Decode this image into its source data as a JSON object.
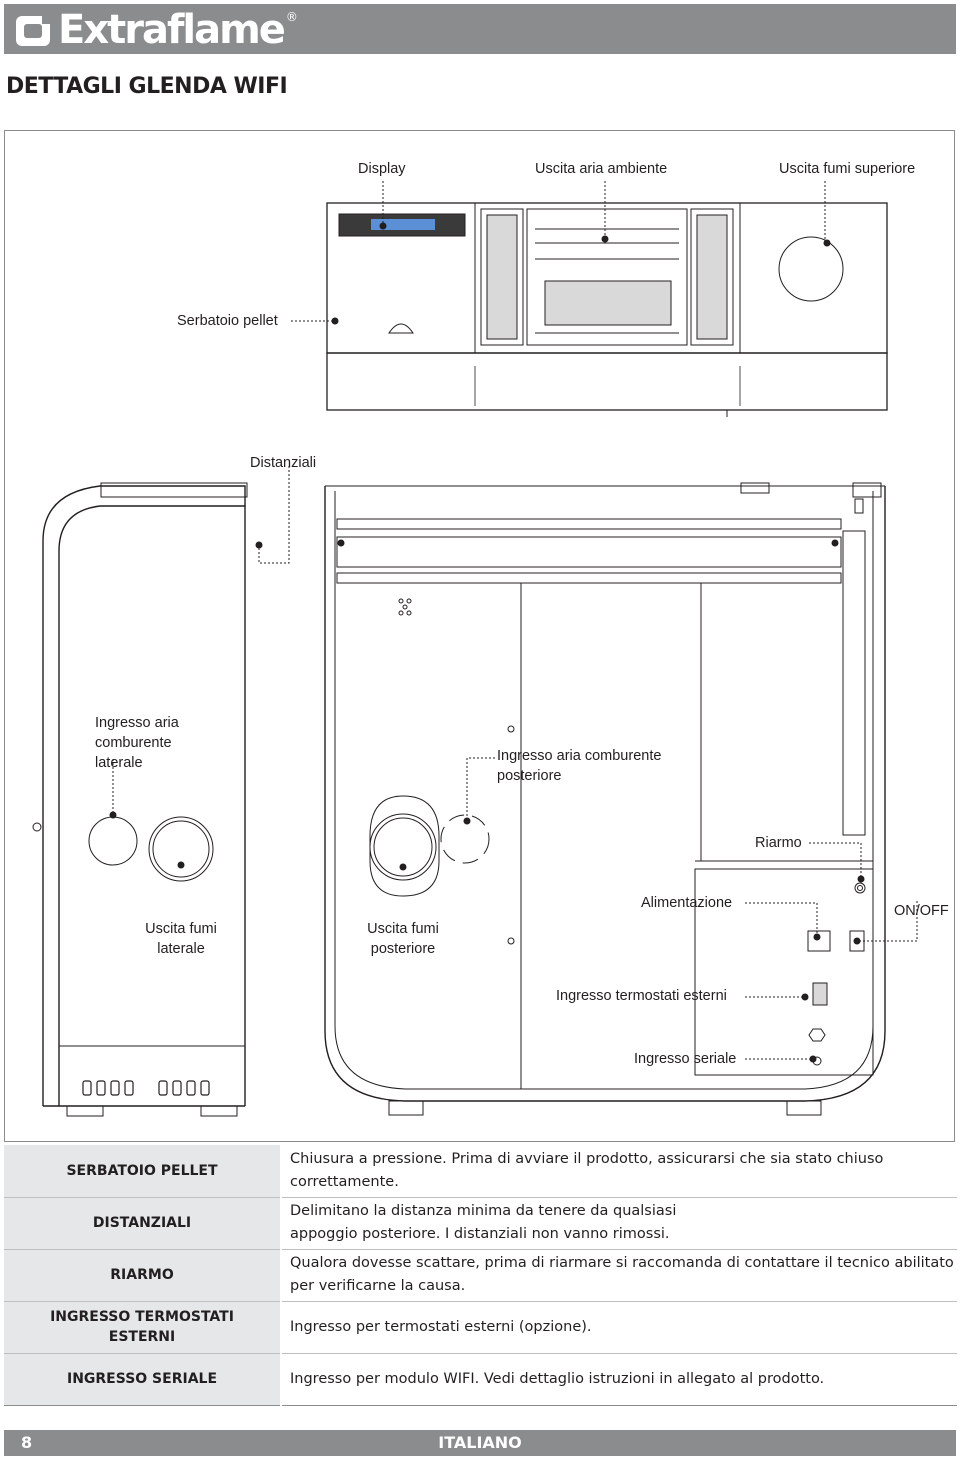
{
  "header": {
    "brand": "Extraflame",
    "registered": "®"
  },
  "title": "DETTAGLI GLENDA WIFI",
  "labels": {
    "display": "Display",
    "uscita_aria_ambiente": "Uscita aria ambiente",
    "uscita_fumi_superiore": "Uscita fumi superiore",
    "serbatoio_pellet": "Serbatoio pellet",
    "distanziali": "Distanziali",
    "ingresso_aria_laterale": "Ingresso aria comburente laterale",
    "ingresso_aria_posteriore": "Ingresso aria comburente posteriore",
    "riarmo": "Riarmo",
    "uscita_fumi_laterale": "Uscita fumi laterale",
    "uscita_fumi_posteriore": "Uscita fumi posteriore",
    "alimentazione": "Alimentazione",
    "on_off": "ON/OFF",
    "ingresso_termostati": "Ingresso termostati esterni",
    "ingresso_seriale": "Ingresso seriale"
  },
  "table": [
    {
      "key": "SERBATOIO PELLET",
      "value": "Chiusura a pressione. Prima di avviare il prodotto, assicurarsi che sia stato chiuso correttamente."
    },
    {
      "key": "DISTANZIALI",
      "value": "Delimitano la distanza minima da tenere da qualsiasi appoggio posteriore. I distanziali non vanno rimossi."
    },
    {
      "key": "RIARMO",
      "value": "Qualora dovesse scattare, prima di riarmare si raccomanda di contattare il tecnico abilitato per verificarne la causa."
    },
    {
      "key": "INGRESSO TERMOSTATI ESTERNI",
      "value": "Ingresso per termostati esterni (opzione)."
    },
    {
      "key": "INGRESSO SERIALE",
      "value": "Ingresso per modulo WIFI. Vedi dettaglio istruzioni in allegato al prodotto."
    }
  ],
  "footer": {
    "page": "8",
    "language": "ITALIANO"
  },
  "colors": {
    "bar": "#8a8c8e",
    "key_cell": "#e6e7e8",
    "display_screen": "#5b8fd6"
  }
}
